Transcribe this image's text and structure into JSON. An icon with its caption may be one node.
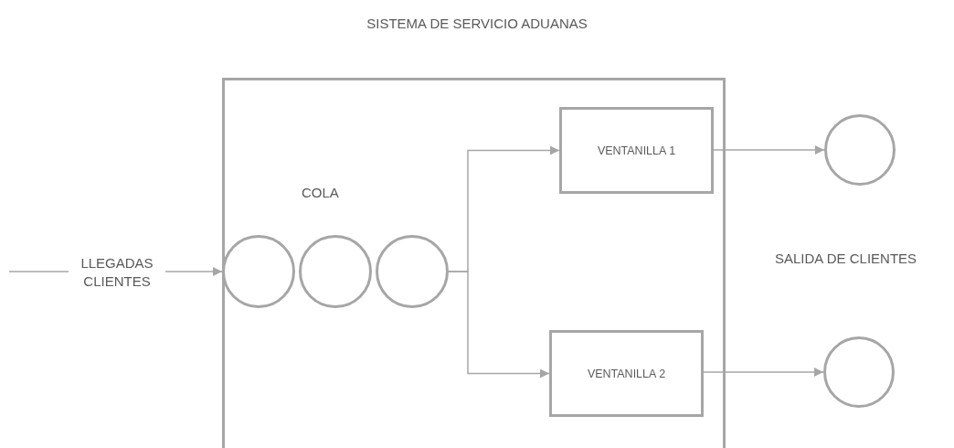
{
  "diagram": {
    "title": "SISTEMA DE SERVICIO ADUANAS",
    "nodes": [
      {
        "text": [],
        "shape": "box"
      },
      {
        "text": [],
        "shape": "circle",
        "in": 0
      },
      {
        "text": [],
        "shape": "circle",
        "in": 0
      },
      {
        "text": [],
        "shape": "circle",
        "in": 0
      },
      {
        "text": [
          "VENTANILLA 1"
        ],
        "in": 0
      },
      {
        "text": [
          "VENTANILLA 2"
        ],
        "in": 0
      },
      {
        "text": [],
        "shape": "circle"
      },
      {
        "text": [],
        "shape": "circle"
      }
    ],
    "edges": [
      {
        "from": null,
        "to": 1,
        "arrow": "to",
        "label": "LLEGADAS CLIENTES"
      },
      {
        "from": 3,
        "to": 4,
        "arrow": "to"
      },
      {
        "from": 3,
        "to": 5,
        "arrow": "to"
      },
      {
        "from": 4,
        "to": 6,
        "arrow": "to"
      },
      {
        "from": 5,
        "to": 7,
        "arrow": "to"
      }
    ],
    "labels": [
      "COLA",
      "SALIDA DE CLIENTES"
    ]
  }
}
